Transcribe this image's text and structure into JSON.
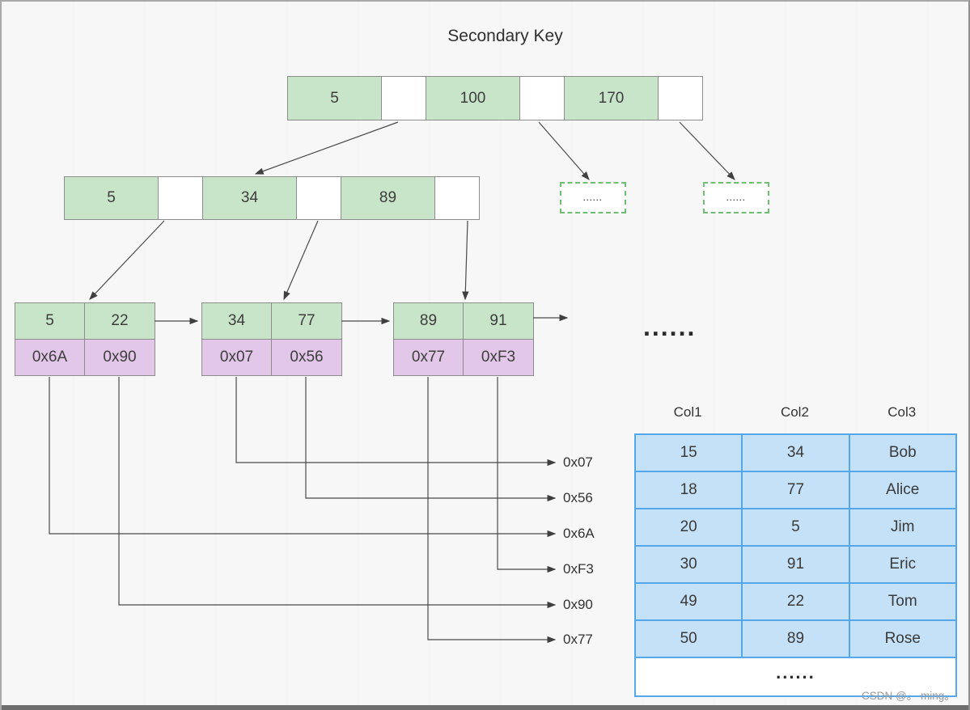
{
  "title": "Secondary Key",
  "watermark": "CSDN @。 ming。",
  "colors": {
    "green": "#c8e5c9",
    "purple": "#e2c7e8",
    "blue_fill": "#c5e1f8",
    "blue_border": "#54a7e8",
    "dashed_green": "#6fbf73"
  },
  "tree": {
    "root_node": {
      "cells": [
        "5",
        "100",
        "170"
      ]
    },
    "level2_node": {
      "cells": [
        "5",
        "34",
        "89"
      ]
    },
    "dotted_boxes": [
      "......",
      "......"
    ],
    "leaf_nodes": [
      {
        "keys": [
          "5",
          "22"
        ],
        "pointers": [
          "0x6A",
          "0x90"
        ]
      },
      {
        "keys": [
          "34",
          "77"
        ],
        "pointers": [
          "0x07",
          "0x56"
        ]
      },
      {
        "keys": [
          "89",
          "91"
        ],
        "pointers": [
          "0x77",
          "0xF3"
        ]
      }
    ],
    "leaf_ellipsis": "......"
  },
  "pointer_labels": [
    "0x07",
    "0x56",
    "0x6A",
    "0xF3",
    "0x90",
    "0x77"
  ],
  "table": {
    "headers": [
      "Col1",
      "Col2",
      "Col3"
    ],
    "rows": [
      [
        "15",
        "34",
        "Bob"
      ],
      [
        "18",
        "77",
        "Alice"
      ],
      [
        "20",
        "5",
        "Jim"
      ],
      [
        "30",
        "91",
        "Eric"
      ],
      [
        "49",
        "22",
        "Tom"
      ],
      [
        "50",
        "89",
        "Rose"
      ]
    ],
    "ellipsis_row": "......"
  }
}
